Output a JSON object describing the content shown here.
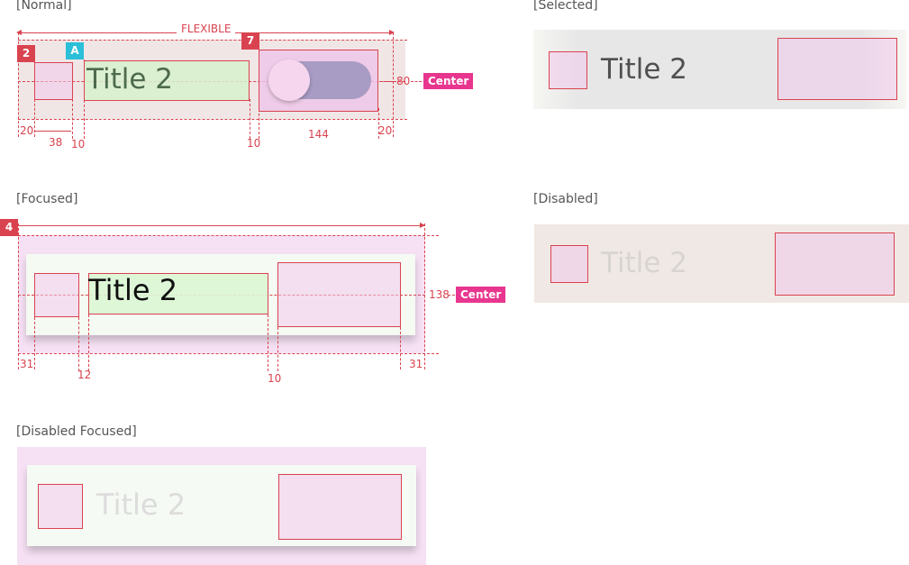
{
  "states": {
    "normal": "[Normal]",
    "selected": "[Selected]",
    "focused": "[Focused]",
    "disabled": "[Disabled]",
    "disabled_focused": "[Disabled Focused]"
  },
  "item_title": "Title 2",
  "badges": {
    "badge_2": "2",
    "badge_a": "A",
    "badge_7": "7",
    "badge_4": "4"
  },
  "center_label": "Center",
  "normal_dims": {
    "flexible": "FLEXIBLE",
    "height": "80",
    "left_padding": "20",
    "icon_width": "38",
    "gap_icon_title": "10",
    "gap_title_toggle": "10",
    "toggle_width": "144",
    "right_padding": "20"
  },
  "focused_dims": {
    "height": "138",
    "left_padding": "31",
    "gap_icon_title": "12",
    "gap_title_box": "10",
    "right_padding": "31"
  },
  "colors": {
    "accent_red": "#d9434f",
    "center_pink": "#e8368f",
    "badge_cyan": "#2bbfd8",
    "title_area_green": "#dff5d8",
    "toggle_track": "#a89bc4",
    "toggle_knob": "#f6d6ef"
  }
}
